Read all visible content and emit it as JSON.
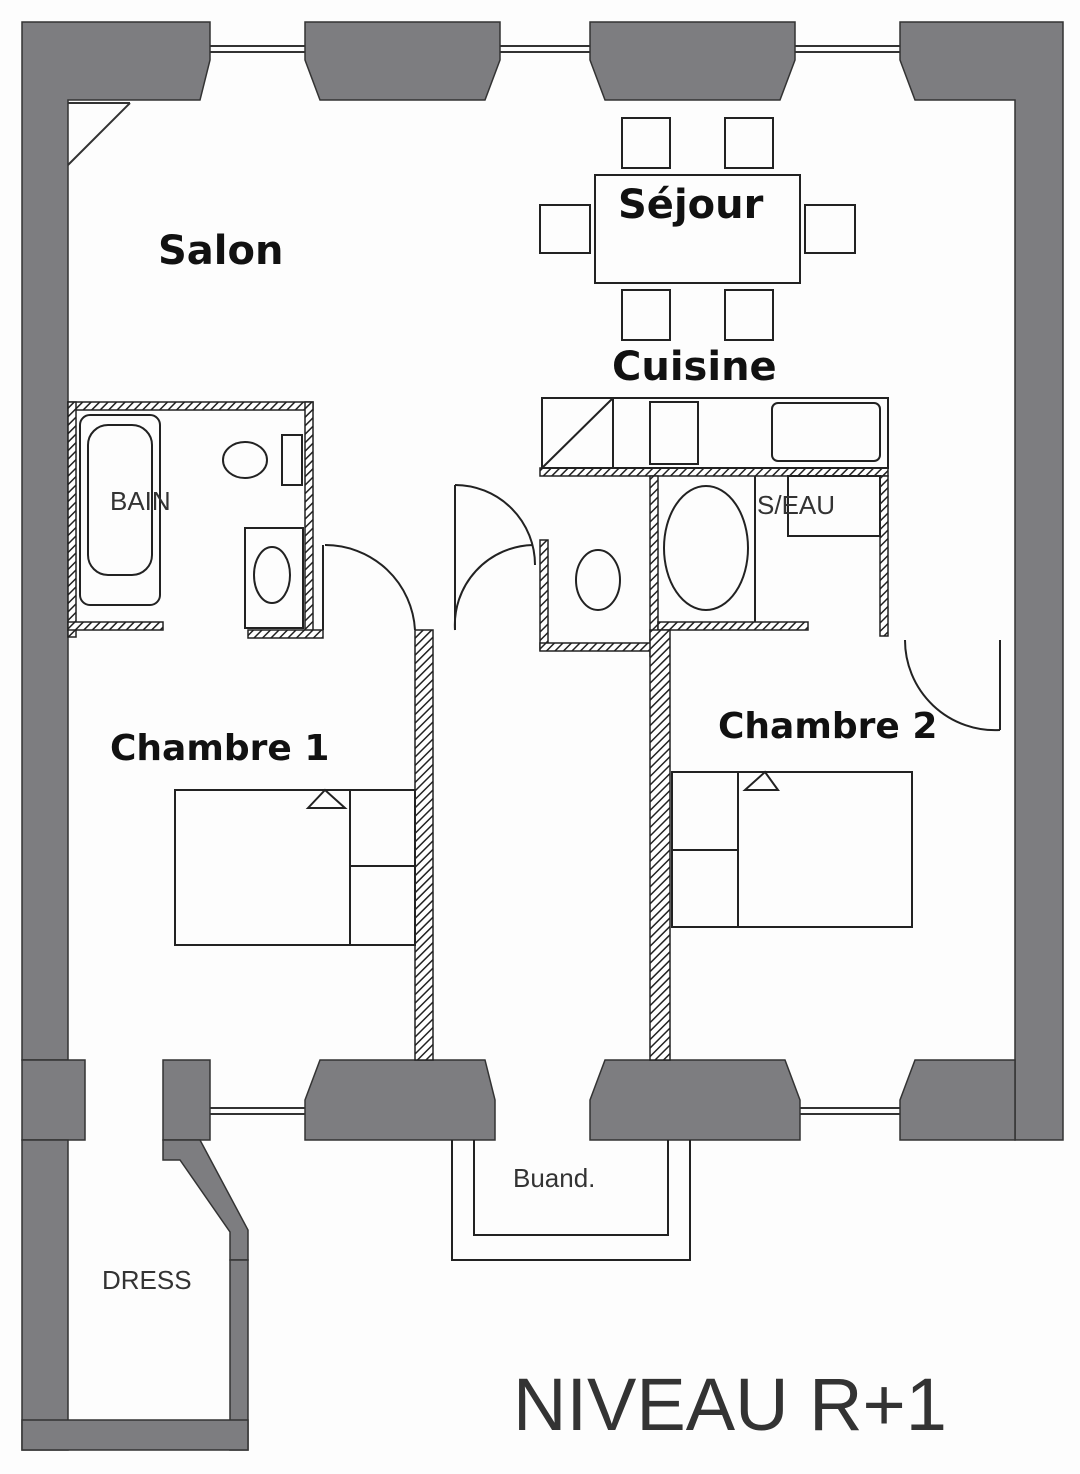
{
  "rooms": {
    "salon": "Salon",
    "sejour": "Séjour",
    "cuisine": "Cuisine",
    "bain": "BAIN",
    "s_eau": "S/EAU",
    "chambre1": "Chambre 1",
    "chambre2": "Chambre 2",
    "buanderie": "Buand.",
    "dress": "DRESS"
  },
  "level_title": "NIVEAU R+1",
  "colors": {
    "wall": "#7d7d80",
    "line": "#222222",
    "annotation": "#e03030"
  }
}
